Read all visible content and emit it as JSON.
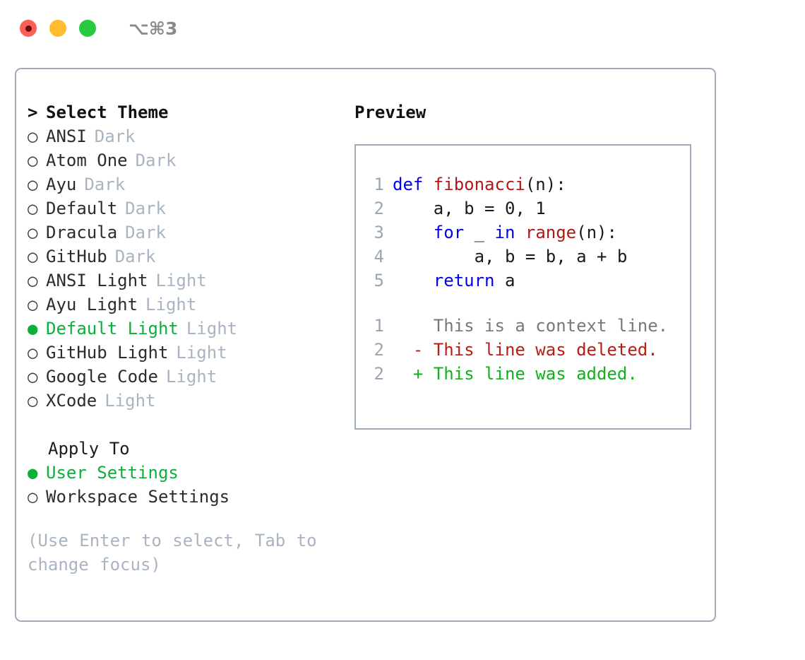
{
  "titlebar": {
    "shortcut": "⌥⌘3",
    "lights": [
      {
        "name": "close",
        "color": "#fc5f58"
      },
      {
        "name": "minimize",
        "color": "#febc2e"
      },
      {
        "name": "zoom",
        "color": "#27c93f"
      }
    ]
  },
  "theme_picker": {
    "header_prefix": ">",
    "header": "Select Theme",
    "bullet_unselected": "○",
    "bullet_selected": "●",
    "items": [
      {
        "name": "ANSI",
        "variant": "Dark",
        "selected": false
      },
      {
        "name": "Atom One",
        "variant": "Dark",
        "selected": false
      },
      {
        "name": "Ayu",
        "variant": "Dark",
        "selected": false
      },
      {
        "name": "Default",
        "variant": "Dark",
        "selected": false
      },
      {
        "name": "Dracula",
        "variant": "Dark",
        "selected": false
      },
      {
        "name": "GitHub",
        "variant": "Dark",
        "selected": false
      },
      {
        "name": "ANSI Light",
        "variant": "Light",
        "selected": false
      },
      {
        "name": "Ayu Light",
        "variant": "Light",
        "selected": false
      },
      {
        "name": "Default Light",
        "variant": "Light",
        "selected": true
      },
      {
        "name": "GitHub Light",
        "variant": "Light",
        "selected": false
      },
      {
        "name": "Google Code",
        "variant": "Light",
        "selected": false
      },
      {
        "name": "XCode",
        "variant": "Light",
        "selected": false
      }
    ]
  },
  "apply_to": {
    "label": "Apply To",
    "options": [
      {
        "name": "User Settings",
        "selected": true
      },
      {
        "name": "Workspace Settings",
        "selected": false
      }
    ]
  },
  "hint": "(Use Enter to select, Tab to change focus)",
  "preview": {
    "title": "Preview",
    "code_lines": [
      {
        "lineno": "1",
        "tokens": [
          {
            "text": "def ",
            "type": "kw"
          },
          {
            "text": "fibonacci",
            "type": "fn"
          },
          {
            "text": "(n):",
            "type": "plain"
          }
        ]
      },
      {
        "lineno": "2",
        "tokens": [
          {
            "text": "    a, b = 0, 1",
            "type": "plain"
          }
        ]
      },
      {
        "lineno": "3",
        "tokens": [
          {
            "text": "    ",
            "type": "plain"
          },
          {
            "text": "for",
            "type": "kw"
          },
          {
            "text": " _ ",
            "type": "plain"
          },
          {
            "text": "in",
            "type": "kw"
          },
          {
            "text": " ",
            "type": "plain"
          },
          {
            "text": "range",
            "type": "fn"
          },
          {
            "text": "(n):",
            "type": "plain"
          }
        ]
      },
      {
        "lineno": "4",
        "tokens": [
          {
            "text": "        a, b = b, a + b",
            "type": "plain"
          }
        ]
      },
      {
        "lineno": "5",
        "tokens": [
          {
            "text": "    ",
            "type": "plain"
          },
          {
            "text": "return",
            "type": "kw"
          },
          {
            "text": " a",
            "type": "plain"
          }
        ]
      }
    ],
    "diff_lines": [
      {
        "lineno": "1",
        "marker": " ",
        "text": "This is a context line.",
        "type": "ctx"
      },
      {
        "lineno": "2",
        "marker": "-",
        "text": "This line was deleted.",
        "type": "del"
      },
      {
        "lineno": "2",
        "marker": "+",
        "text": "This line was added.",
        "type": "add"
      }
    ]
  },
  "colors": {
    "accent_green": "#0bb03a",
    "muted": "#a9b4c2",
    "border": "#9fabb9",
    "keyword_blue": "#0000ee",
    "function_red": "#b01818",
    "diff_deleted": "#b91c14",
    "diff_added": "#11b01f",
    "background": "#ffffff"
  }
}
